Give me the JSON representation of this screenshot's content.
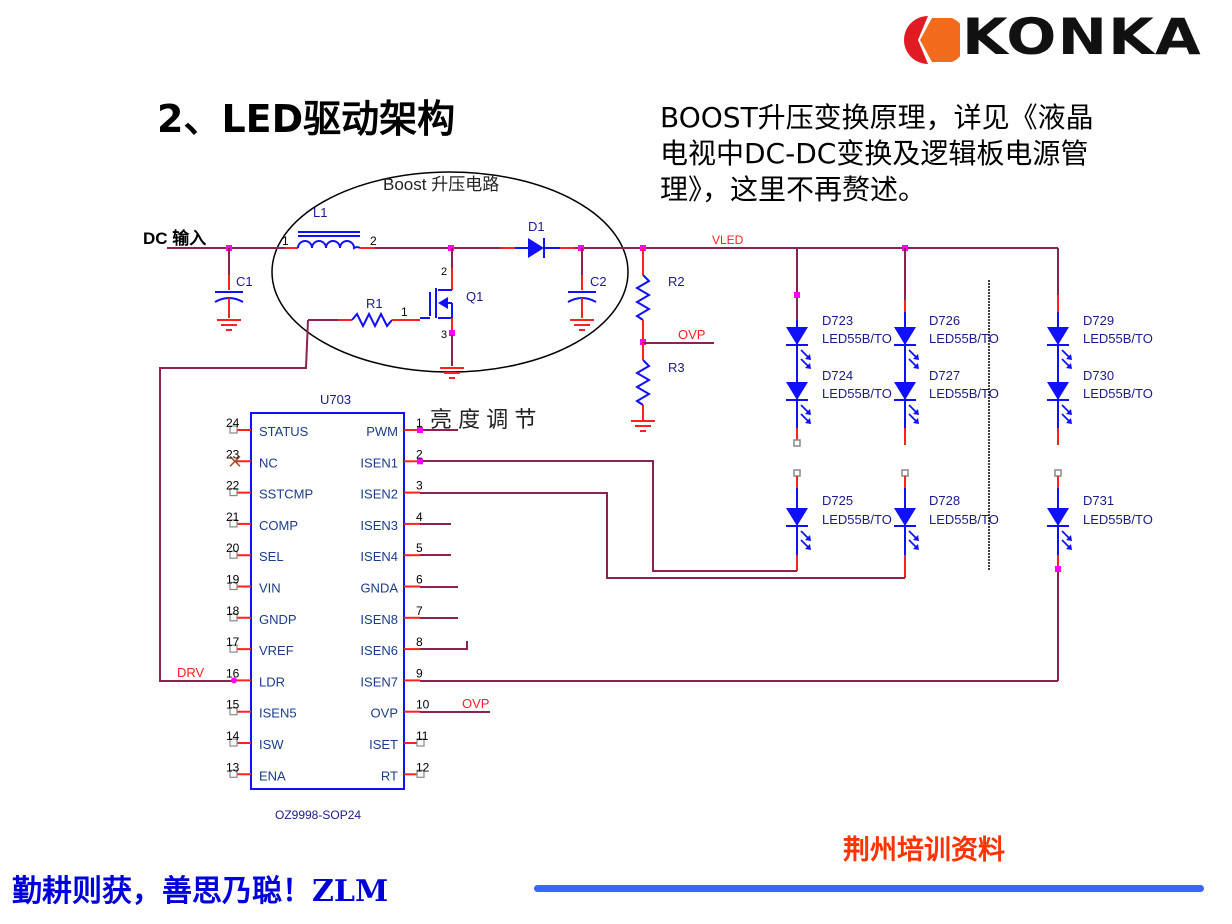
{
  "header": {
    "logo_text": "KONKA",
    "logo_colors": {
      "red": "#e01b24",
      "orange": "#f26b1d"
    },
    "title": "2、LED驱动架构"
  },
  "description": {
    "lines": [
      "BOOST升压变换原理，详见《液晶",
      "电视中DC-DC变换及逻辑板电源管",
      "理》，这里不再赘述。"
    ]
  },
  "schematic": {
    "input_label": "DC 输入",
    "boost_label": "Boost 升压电路",
    "brightness_label": "亮 度 调 节",
    "net_vled": "VLED",
    "net_ovp": "OVP",
    "net_drv": "DRV",
    "components": {
      "L1": "L1",
      "D1": "D1",
      "C1": "C1",
      "C2": "C2",
      "R1": "R1",
      "R2": "R2",
      "R3": "R3",
      "Q1": "Q1",
      "L1_pin1": "1",
      "L1_pin2": "2",
      "R1_pin": "1",
      "Q1_pin2": "2",
      "Q1_pin3": "3"
    },
    "ic": {
      "ref": "U703",
      "part": "OZ9998-SOP24",
      "left_pins": [
        {
          "num": "24",
          "name": "STATUS"
        },
        {
          "num": "23",
          "name": "NC"
        },
        {
          "num": "22",
          "name": "SSTCMP"
        },
        {
          "num": "21",
          "name": "COMP"
        },
        {
          "num": "20",
          "name": "SEL"
        },
        {
          "num": "19",
          "name": "VIN"
        },
        {
          "num": "18",
          "name": "GNDP"
        },
        {
          "num": "17",
          "name": "VREF"
        },
        {
          "num": "16",
          "name": "LDR"
        },
        {
          "num": "15",
          "name": "ISEN5"
        },
        {
          "num": "14",
          "name": "ISW"
        },
        {
          "num": "13",
          "name": "ENA"
        }
      ],
      "right_pins": [
        {
          "num": "1",
          "name": "PWM"
        },
        {
          "num": "2",
          "name": "ISEN1"
        },
        {
          "num": "3",
          "name": "ISEN2"
        },
        {
          "num": "4",
          "name": "ISEN3"
        },
        {
          "num": "5",
          "name": "ISEN4"
        },
        {
          "num": "6",
          "name": "GNDA"
        },
        {
          "num": "7",
          "name": "ISEN8"
        },
        {
          "num": "8",
          "name": "ISEN6"
        },
        {
          "num": "9",
          "name": "ISEN7"
        },
        {
          "num": "10",
          "name": "OVP"
        },
        {
          "num": "11",
          "name": "ISET"
        },
        {
          "num": "12",
          "name": "RT"
        }
      ]
    },
    "leds": [
      {
        "ref": "D723",
        "part": "LED55B/TO"
      },
      {
        "ref": "D724",
        "part": "LED55B/TO"
      },
      {
        "ref": "D725",
        "part": "LED55B/TO"
      },
      {
        "ref": "D726",
        "part": "LED55B/TO"
      },
      {
        "ref": "D727",
        "part": "LED55B/TO"
      },
      {
        "ref": "D728",
        "part": "LED55B/TO"
      },
      {
        "ref": "D729",
        "part": "LED55B/TO"
      },
      {
        "ref": "D730",
        "part": "LED55B/TO"
      },
      {
        "ref": "D731",
        "part": "LED55B/TO"
      }
    ]
  },
  "footer": {
    "motto": "勤耕则获，善思乃聪！ZLM",
    "source": "荆州培训资料",
    "bar_color": "#3a66ff"
  }
}
